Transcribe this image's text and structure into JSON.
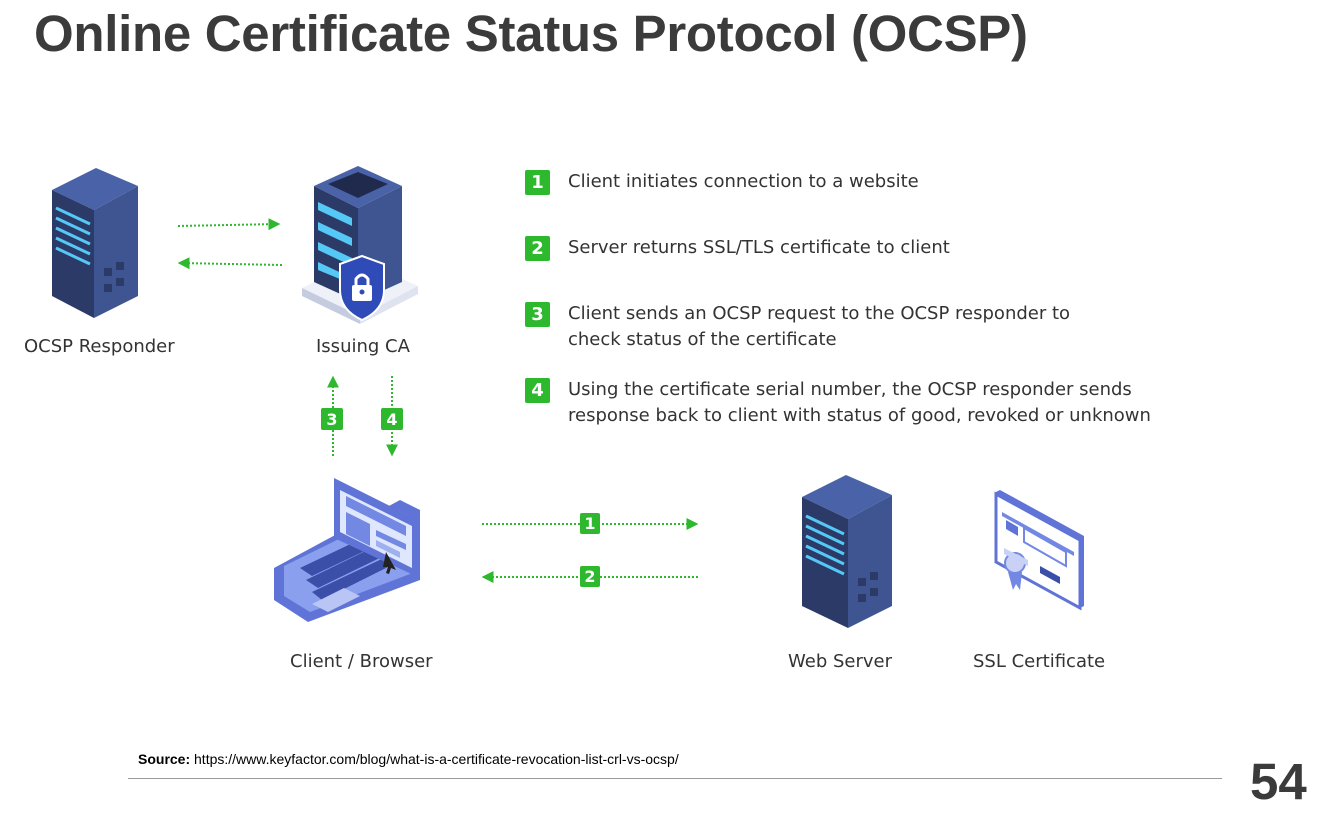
{
  "slide": {
    "title": "Online Certificate Status Protocol (OCSP)",
    "page_number": "54"
  },
  "nodes": {
    "ocsp_responder": "OCSP Responder",
    "issuing_ca": "Issuing CA",
    "client_browser": "Client / Browser",
    "web_server": "Web Server",
    "ssl_certificate": "SSL Certificate"
  },
  "steps": [
    {
      "number": "1",
      "text": "Client initiates connection to a website"
    },
    {
      "number": "2",
      "text": "Server returns SSL/TLS certificate to client"
    },
    {
      "number": "3",
      "text": "Client sends an OCSP request to the OCSP responder to check status of the certificate"
    },
    {
      "number": "4",
      "text": "Using the certificate serial number, the OCSP responder sends response back to client with status of good, revoked or unknown"
    }
  ],
  "arrow_badges": {
    "client_to_ca": "3",
    "ca_to_client": "4",
    "client_to_server": "1",
    "server_to_client": "2"
  },
  "footer": {
    "source_label": "Source:",
    "source_url": "https://www.keyfactor.com/blog/what-is-a-certificate-revocation-list-crl-vs-ocsp/"
  },
  "colors": {
    "title": "#3b3b3b",
    "accent_green": "#2eb82e",
    "server_dark": "#2b3a67",
    "server_light": "#3e5591",
    "server_led": "#56c8f5",
    "laptop": "#6f86e0",
    "screen": "#dfe7ff"
  },
  "icons": {
    "ocsp_responder": "server-rack-icon",
    "issuing_ca": "server-with-shield-lock-icon",
    "client_browser": "laptop-icon",
    "web_server": "server-rack-icon",
    "ssl_certificate": "certificate-icon"
  }
}
